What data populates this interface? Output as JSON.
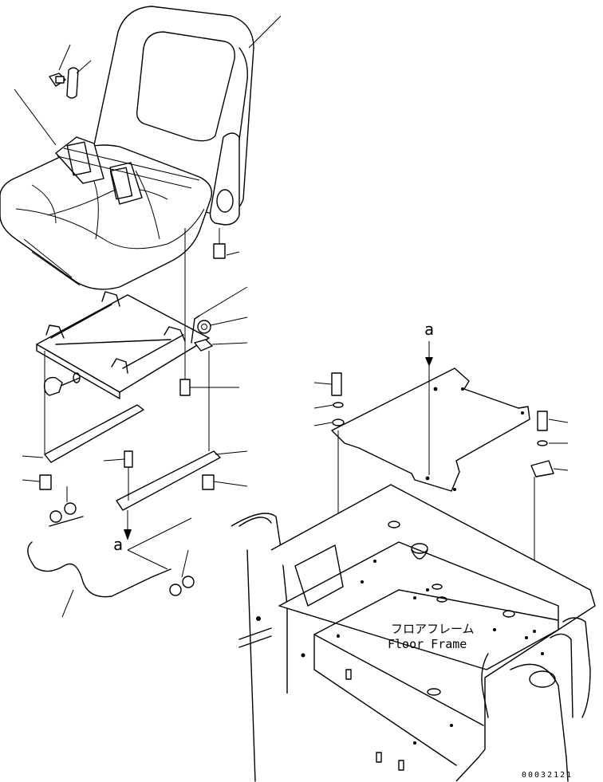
{
  "labels": {
    "ref_a_bottom": "a",
    "ref_a_right": "a",
    "floor_frame_jp": "フロアフレーム",
    "floor_frame_en": "Floor Frame",
    "drawing_number": "00032121"
  }
}
